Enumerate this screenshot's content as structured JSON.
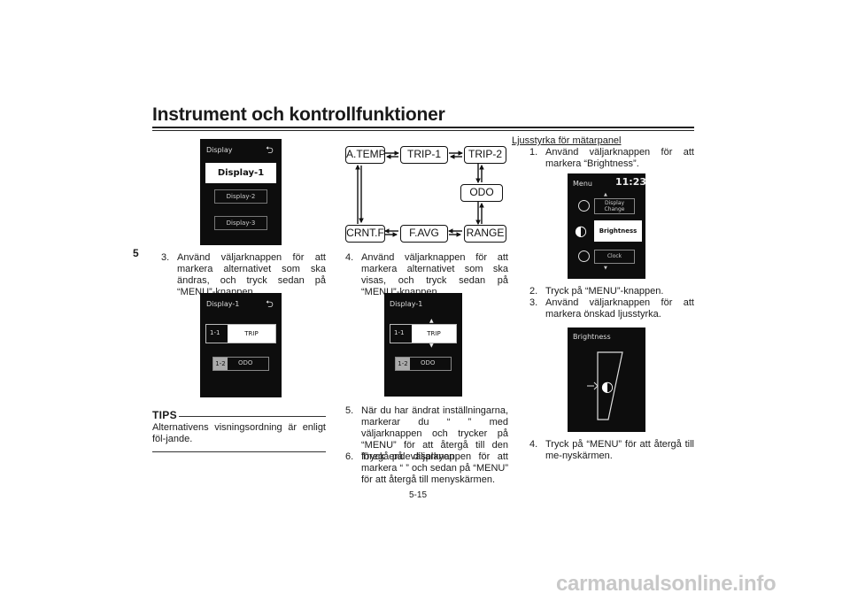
{
  "header": {
    "title": "Instrument och kontrollfunktioner",
    "chapter": "5"
  },
  "screen1": {
    "title": "Display",
    "selected": "Display-1",
    "option2": "Display-2",
    "option3": "Display-3"
  },
  "step3_left": {
    "num": "3.",
    "text": "Använd väljarknappen för att markera alternativet som ska ändras, och tryck sedan på “MENU”-knappen."
  },
  "screen2": {
    "title": "Display-1",
    "row1_id": "1-1",
    "row1_value": "TRIP",
    "row2_id": "1-2",
    "row2_value": "ODO"
  },
  "tips": {
    "label": "TIPS",
    "text": "Alternativens visningsordning är enligt föl-jande."
  },
  "diagram": {
    "a_temp": "A.TEMP",
    "trip1": "TRIP-1",
    "trip2": "TRIP-2",
    "odo": "ODO",
    "crnt_f": "CRNT.F",
    "f_avg": "F.AVG",
    "range": "RANGE"
  },
  "step4_mid": {
    "num": "4.",
    "text": "Använd väljarknappen för att markera alternativet som ska visas, och tryck sedan på “MENU”-knappen."
  },
  "screen3": {
    "title": "Display-1",
    "row1_id": "1-1",
    "row1_value": "TRIP",
    "row2_id": "1-2",
    "row2_value": "ODO"
  },
  "step5_mid": {
    "num": "5.",
    "text": "När du har ändrat inställningarna, markerar du “ ” med väljarknappen och trycker på “MENU” för att återgå till den föregående displayen."
  },
  "step6_mid": {
    "num": "6.",
    "text": "Tryck på väljarknappen för att markera “ ” och sedan på “MENU” för att återgå till menyskärmen."
  },
  "right": {
    "heading": "Ljusstyrka för mätarpanel",
    "step1": {
      "num": "1.",
      "text": "Använd väljarknappen för att markera “Brightness”."
    },
    "step2": {
      "num": "2.",
      "text": "Tryck på “MENU”-knappen."
    },
    "step3": {
      "num": "3.",
      "text": "Använd väljarknappen för att markera önskad ljusstyrka."
    },
    "step4": {
      "num": "4.",
      "text": "Tryck på “MENU” för att återgå till me-nyskärmen."
    }
  },
  "screen4": {
    "title": "Menu",
    "time": "11:23",
    "item1_line1": "Display",
    "item1_line2": "Change",
    "item2": "Brightness",
    "item3": "Clock"
  },
  "screen5": {
    "title": "Brightness"
  },
  "page_number": "5-15",
  "footer": {
    "url": "carmanualsonline.info"
  }
}
